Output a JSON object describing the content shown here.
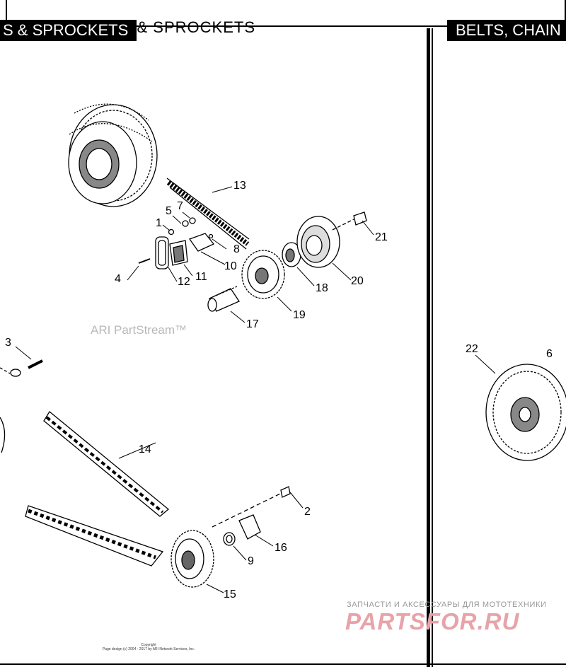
{
  "header": {
    "title_left": "S & SPROCKETS",
    "title_ghost": "BELTS, CHAINS & SPROCKETS",
    "title_right": "BELTS, CHAIN"
  },
  "diagram": {
    "part_labels": [
      "13",
      "5",
      "7",
      "1",
      "8",
      "10",
      "11",
      "12",
      "4",
      "21",
      "20",
      "18",
      "19",
      "17",
      "3",
      "14",
      "2",
      "16",
      "9",
      "15",
      "22",
      "6"
    ]
  },
  "watermark": {
    "text": "ARI PartStream™"
  },
  "footer": {
    "copyright_line1": "Copyright",
    "copyright_line2": "Page design (c) 2004 - 2017 by ARI Network Services, Inc."
  },
  "brand": {
    "tagline": "ЗАПЧАСТИ И АКСЕССУАРЫ ДЛЯ МОТОТЕХНИКИ",
    "logo": "PARTSFOR.RU"
  }
}
